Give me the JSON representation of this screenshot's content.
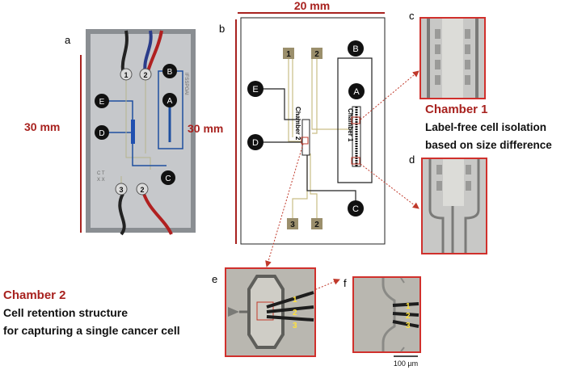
{
  "panels": {
    "a": "a",
    "b": "b",
    "c": "c",
    "d": "d",
    "e": "e",
    "f": "f"
  },
  "dims": {
    "height_a": "30 mm",
    "height_b": "30 mm",
    "width_b": "20 mm"
  },
  "photo_a": {
    "header_text": "IFSSPOAI",
    "bottom_text_1": "C T",
    "bottom_text_2": "X X",
    "electrodes": {
      "e1": "1",
      "e2": "2",
      "e3": "3",
      "e4": "2",
      "A": "A",
      "B": "B",
      "C": "C",
      "D": "D",
      "E": "E"
    }
  },
  "schematic_b": {
    "pads": {
      "p1": "1",
      "p2": "2",
      "p3": "3",
      "p4": "2"
    },
    "electrodes": {
      "A": "A",
      "B": "B",
      "C": "C",
      "D": "D",
      "E": "E"
    },
    "chamber1": "Chamber 1",
    "chamber2": "Chamber 2"
  },
  "chamber1_text": {
    "title": "Chamber 1",
    "line1": "Label-free cell isolation",
    "line2": "based on size difference"
  },
  "chamber2_text": {
    "title": "Chamber 2",
    "line1": "Cell retention structure",
    "line2": "for capturing a single cancer cell"
  },
  "micro_e": {
    "n1": "1",
    "n2": "2",
    "n3": "3"
  },
  "micro_f": {
    "n1": "1",
    "n2": "2",
    "n3": "3"
  },
  "scale_bar": "100 µm",
  "colors": {
    "accent": "#a8221f",
    "border_red": "#d0302c",
    "pad_fill": "#9b8f6c",
    "photo_bg": "#8c8f92",
    "micro_bg": "#b9b7b0",
    "trace_blue": "#1f4fa0",
    "gold": "#cfc28a"
  }
}
